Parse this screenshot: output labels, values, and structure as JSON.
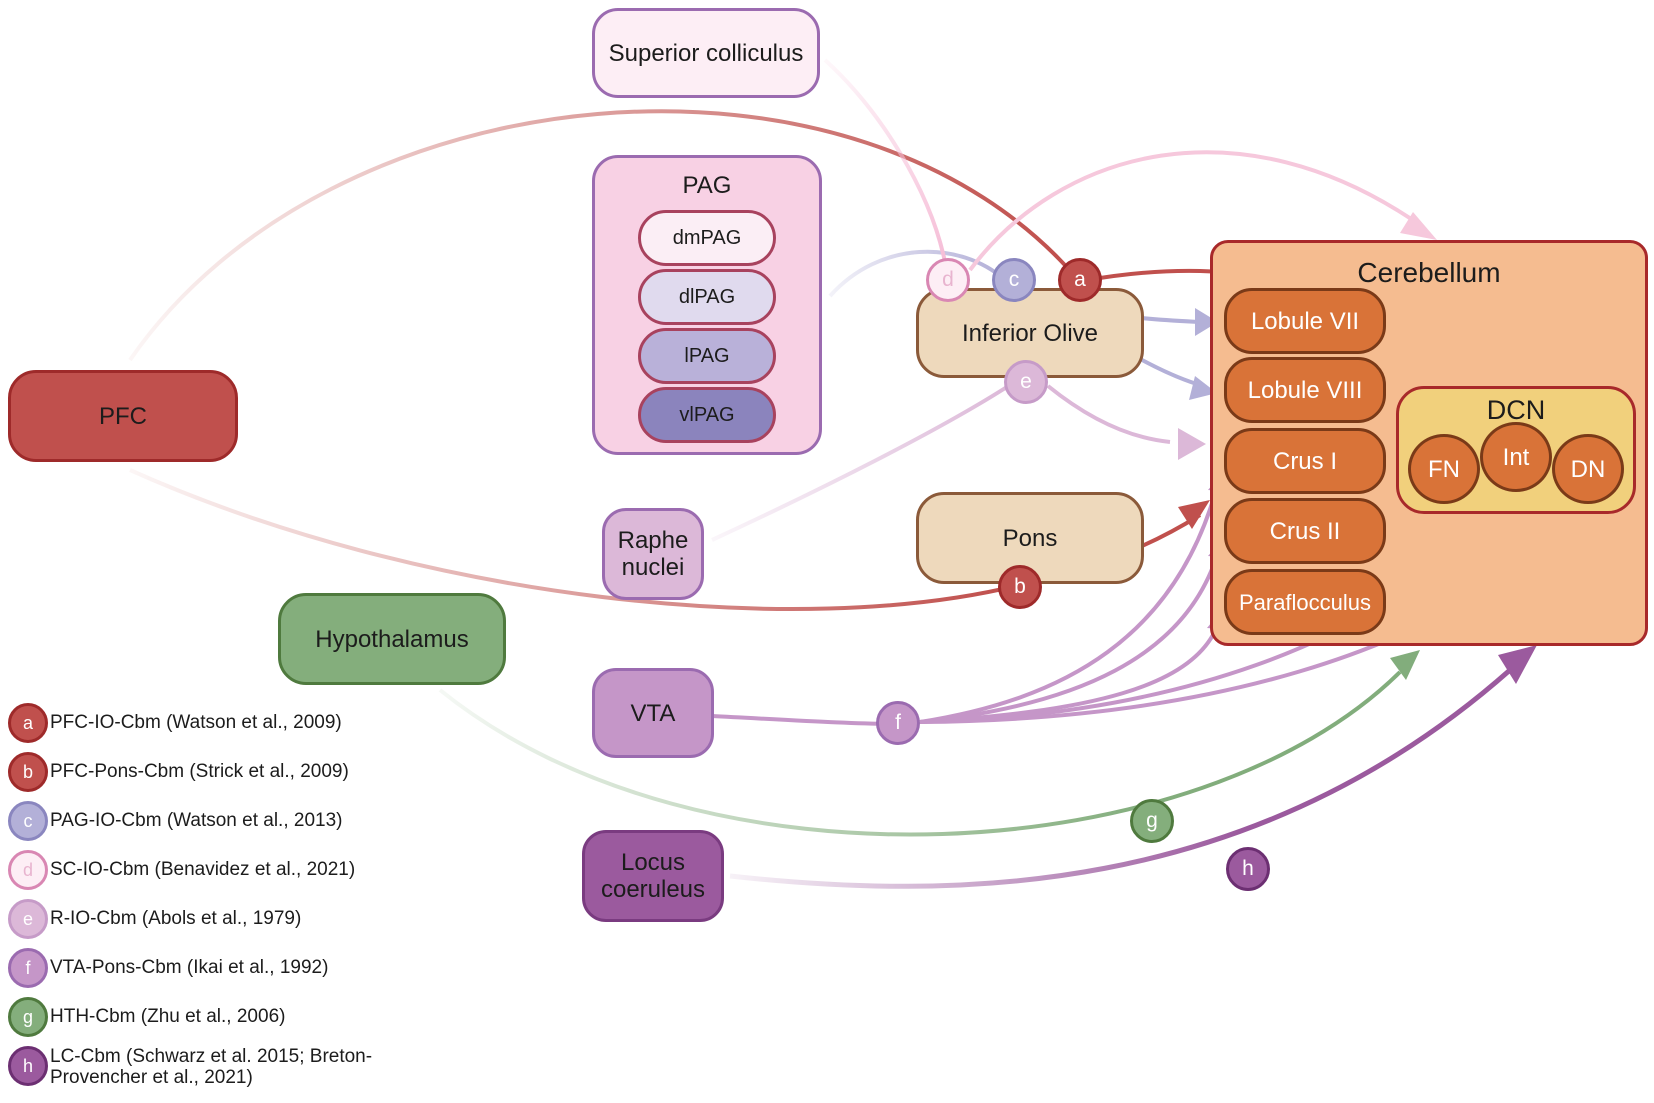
{
  "nodes": {
    "superior_colliculus": "Superior colliculus",
    "pag": "PAG",
    "dmpag": "dmPAG",
    "dlpag": "dlPAG",
    "lpag": "lPAG",
    "vlpag": "vlPAG",
    "pfc": "PFC",
    "raphe_nuclei": "Raphe nuclei",
    "hypothalamus": "Hypothalamus",
    "vta": "VTA",
    "locus_coeruleus": "Locus coeruleus",
    "inferior_olive": "Inferior Olive",
    "pons": "Pons",
    "cerebellum": "Cerebellum",
    "lobule_vii": "Lobule VII",
    "lobule_viii": "Lobule VIII",
    "crus_i": "Crus I",
    "crus_ii": "Crus II",
    "paraflocculus": "Paraflocculus",
    "dcn": "DCN",
    "fn": "FN",
    "int": "Int",
    "dn": "DN"
  },
  "badges": {
    "a": "a",
    "b": "b",
    "c": "c",
    "d": "d",
    "e": "e",
    "f": "f",
    "g": "g",
    "h": "h"
  },
  "legend": [
    {
      "letter": "a",
      "text": "PFC-IO-Cbm (Watson et al., 2009)",
      "color": "#c0504d"
    },
    {
      "letter": "b",
      "text": "PFC-Pons-Cbm (Strick et al., 2009)",
      "color": "#c0504d"
    },
    {
      "letter": "c",
      "text": "PAG-IO-Cbm (Watson et al., 2013)",
      "color": "#b3b0d8"
    },
    {
      "letter": "d",
      "text": "SC-IO-Cbm (Benavidez et al., 2021)",
      "color": "#fbe0ec"
    },
    {
      "letter": "e",
      "text": "R-IO-Cbm (Abols et al., 1979)",
      "color": "#dcb8d8"
    },
    {
      "letter": "f",
      "text": "VTA-Pons-Cbm (Ikai et al., 1992)",
      "color": "#c596c8"
    },
    {
      "letter": "g",
      "text": "HTH-Cbm (Zhu et al., 2006)",
      "color": "#82ad7c"
    },
    {
      "letter": "h",
      "text": "LC-Cbm (Schwarz et al. 2015; Breton-Provencher et al., 2021)",
      "color": "#9b5a9e"
    }
  ],
  "colors": {
    "pfc": "#c0504d",
    "pag_outer": "#f8d1e4",
    "io_pons": "#eed9bc",
    "cerebellum": "#f5bc90",
    "lobule": "#d97338",
    "dcn": "#f1d07c",
    "hypothalamus": "#84ae7c",
    "vta": "#c596c8",
    "lc": "#9b5a9e",
    "raphe": "#dcb8d8",
    "sc": "#fdeef5"
  }
}
